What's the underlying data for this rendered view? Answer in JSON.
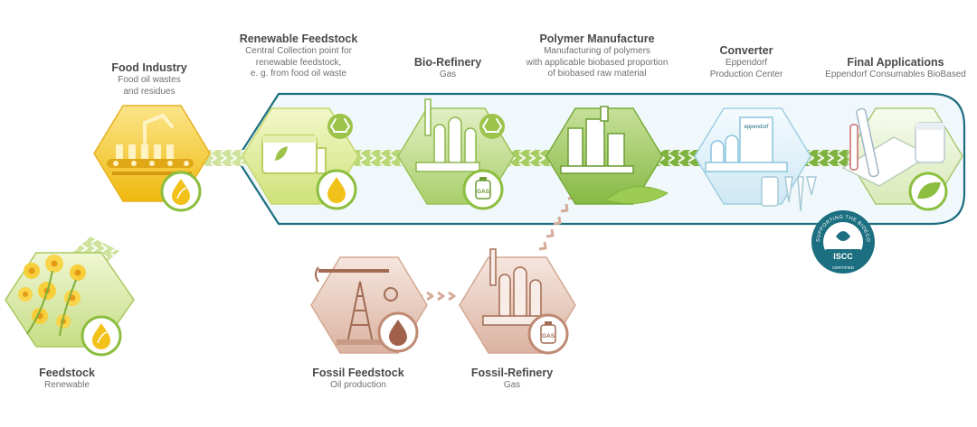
{
  "stages": {
    "food_industry": {
      "title": "Food Industry",
      "lines": [
        "Food oil wastes",
        "and residues"
      ]
    },
    "renewable_feedstock": {
      "title": "Renewable Feedstock",
      "lines": [
        "Central Collection point for",
        "renewable feedstock,",
        "e. g. from food oil waste"
      ]
    },
    "bio_refinery": {
      "title": "Bio-Refinery",
      "lines": [
        "Gas"
      ]
    },
    "polymer_manufacture": {
      "title": "Polymer Manufacture",
      "lines": [
        "Manufacturing of polymers",
        "with applicable biobased proportion",
        "of biobased raw material"
      ]
    },
    "converter": {
      "title": "Converter",
      "lines": [
        "Eppendorf",
        "Production Center"
      ]
    },
    "final_applications": {
      "title": "Final Applications",
      "lines": [
        "Eppendorf Consumables BioBased"
      ]
    },
    "feedstock": {
      "title": "Feedstock",
      "lines": [
        "Renewable"
      ]
    },
    "fossil_feedstock": {
      "title": "Fossil Feedstock",
      "lines": [
        "Oil production"
      ]
    },
    "fossil_refinery": {
      "title": "Fossil-Refinery",
      "lines": [
        "Gas"
      ]
    }
  },
  "badges": {
    "gas": "GAS",
    "brand": "eppendorf"
  },
  "seal": {
    "ring_text": "SUPPORTING THE BIOECONOMY",
    "name": "ISCC",
    "sub": "CERTIFIED"
  },
  "icons": [
    "oil-drop-icon",
    "recycle-icon",
    "gas-bottle-icon",
    "leaf-icon",
    "flower-icon",
    "pumpjack-icon",
    "refinery-icon",
    "factory-icon",
    "tubes-icon"
  ],
  "colors": {
    "green": "#8cbe3f",
    "green_light": "#dcebb3",
    "yellow": "#f2c21a",
    "fossil": "#c08a73",
    "fossil_light": "#e9d0c4",
    "teal": "#1c6f80",
    "pale_blue": "#f1f8fb",
    "blue_light": "#cfe8f4"
  }
}
